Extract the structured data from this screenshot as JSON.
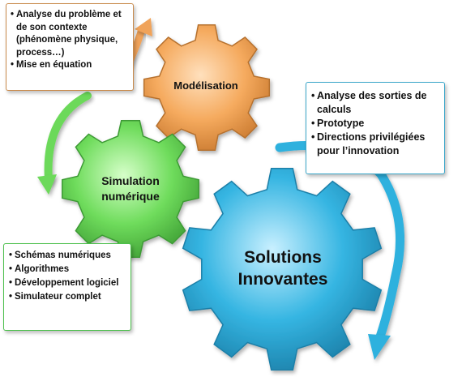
{
  "gears": {
    "modelisation": {
      "label": "Modélisation",
      "color": "#f0a35a"
    },
    "simulation": {
      "label_lines": [
        "Simulation",
        "numérique"
      ],
      "color": "#6cd95a"
    },
    "solutions": {
      "label_lines": [
        "Solutions",
        "Innovantes"
      ],
      "color": "#2fb1de"
    }
  },
  "boxes": {
    "modelisation": {
      "border_color": "#c98a4b",
      "items": [
        "Analyse du problème et de son contexte (phénomène physique, process…)",
        "Mise en équation"
      ]
    },
    "solutions": {
      "border_color": "#3aa6c9",
      "items": [
        "Analyse des sorties de calculs",
        "Prototype",
        "Directions privilégiées pour l’innovation"
      ]
    },
    "simulation": {
      "border_color": "#4cc04c",
      "items": [
        "Schémas numériques",
        "Algorithmes",
        "Développement logiciel",
        "Simulateur complet"
      ]
    }
  },
  "arrows": {
    "orange": "#f0a35a",
    "green": "#6cd95a",
    "blue": "#2fb1de"
  }
}
